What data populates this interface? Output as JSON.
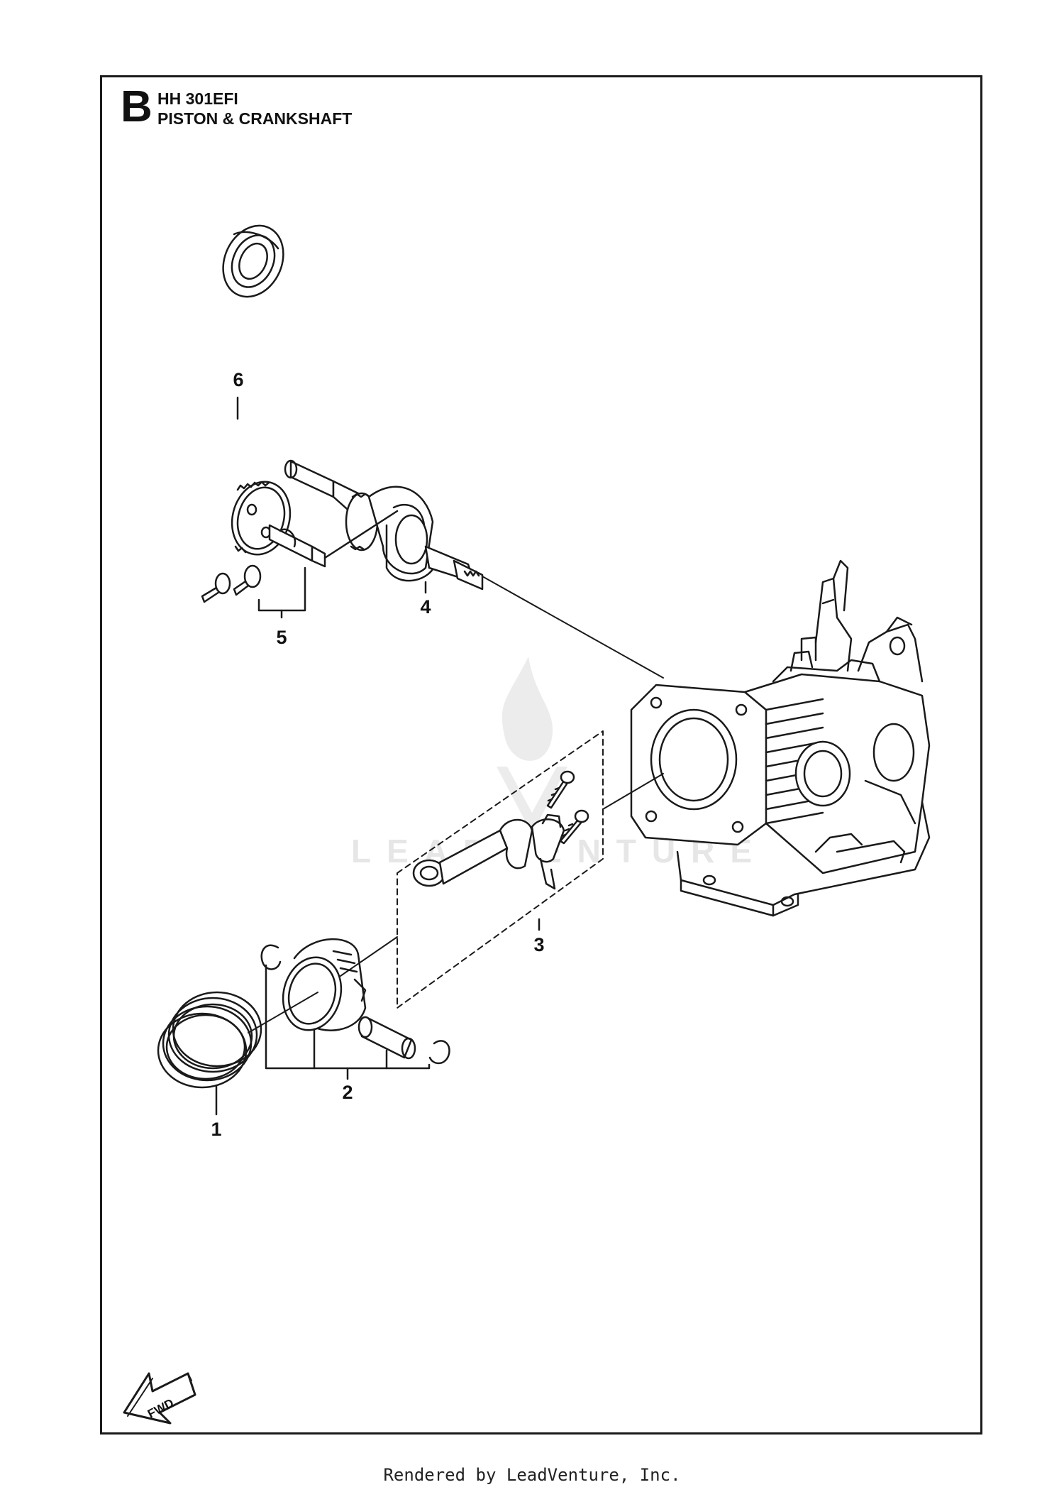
{
  "header": {
    "section_letter": "B",
    "model": "HH 301EFI",
    "title": "PISTON & CRANKSHAFT"
  },
  "callouts": [
    {
      "id": "1",
      "label": "1"
    },
    {
      "id": "2",
      "label": "2"
    },
    {
      "id": "3",
      "label": "3"
    },
    {
      "id": "4",
      "label": "4"
    },
    {
      "id": "5",
      "label": "5"
    },
    {
      "id": "6",
      "label": "6"
    }
  ],
  "watermark": {
    "text": "LEADVENTURE",
    "icon": "flame-logo-icon"
  },
  "orientation": {
    "label": "FWD",
    "icon": "fwd-arrow-icon"
  },
  "footer": {
    "text": "Rendered by LeadVenture, Inc."
  },
  "colors": {
    "line": "#1a1a1a",
    "watermark": "#e6e6e6"
  }
}
